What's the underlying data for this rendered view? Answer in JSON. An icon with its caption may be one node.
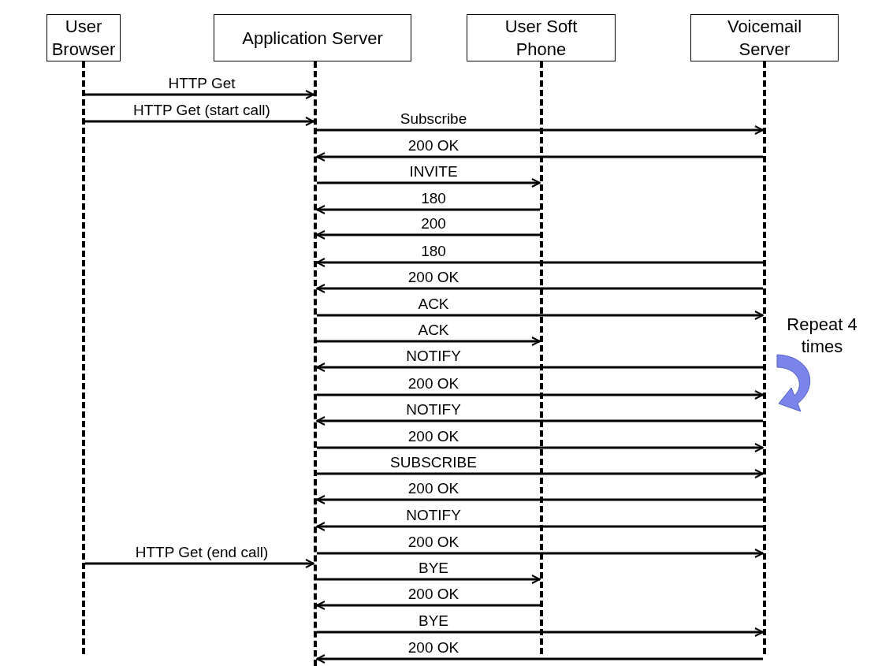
{
  "diagram": {
    "nodes": [
      {
        "text": [
          "User Browser"
        ]
      },
      {
        "text": [
          "Application Server"
        ]
      },
      {
        "text": [
          "User Soft Phone"
        ]
      },
      {
        "text": [
          "Voicemail Server"
        ]
      },
      {
        "text": [],
        "shape": "bar"
      },
      {
        "text": [],
        "shape": "bar"
      },
      {
        "text": [],
        "shape": "bar"
      },
      {
        "text": [],
        "shape": "bar"
      }
    ],
    "edges": [
      {
        "from": 4,
        "to": 5,
        "arrow": "to",
        "label": "HTTP Get"
      },
      {
        "from": 4,
        "to": 5,
        "arrow": "to",
        "label": "HTTP Get (start call)"
      },
      {
        "from": 5,
        "to": 7,
        "arrow": "to",
        "label": "Subscribe"
      },
      {
        "from": 7,
        "to": 5,
        "arrow": "to",
        "label": "200 OK"
      },
      {
        "from": 5,
        "to": 6,
        "arrow": "to",
        "label": "INVITE"
      },
      {
        "from": 6,
        "to": 5,
        "arrow": "to",
        "label": "180"
      },
      {
        "from": 6,
        "to": 5,
        "arrow": "to",
        "label": "200"
      },
      {
        "from": 7,
        "to": 5,
        "arrow": "to",
        "label": "180"
      },
      {
        "from": 7,
        "to": 5,
        "arrow": "to",
        "label": "200 OK"
      },
      {
        "from": 5,
        "to": 7,
        "arrow": "to",
        "label": "ACK"
      },
      {
        "from": 5,
        "to": 6,
        "arrow": "to",
        "label": "ACK"
      },
      {
        "from": 7,
        "to": 5,
        "arrow": "to",
        "label": "NOTIFY"
      },
      {
        "from": 5,
        "to": 7,
        "arrow": "to",
        "label": "200 OK"
      },
      {
        "from": 7,
        "to": 5,
        "arrow": "to",
        "label": "NOTIFY"
      },
      {
        "from": 5,
        "to": 7,
        "arrow": "to",
        "label": "200 OK"
      },
      {
        "from": 5,
        "to": 7,
        "arrow": "to",
        "label": "SUBSCRIBE"
      },
      {
        "from": 7,
        "to": 5,
        "arrow": "to",
        "label": "200 OK"
      },
      {
        "from": 7,
        "to": 5,
        "arrow": "to",
        "label": "NOTIFY"
      },
      {
        "from": 5,
        "to": 7,
        "arrow": "to",
        "label": "200 OK"
      },
      {
        "from": 4,
        "to": 5,
        "arrow": "to",
        "label": "HTTP Get (end call)"
      },
      {
        "from": 5,
        "to": 6,
        "arrow": "to",
        "label": "BYE"
      },
      {
        "from": 6,
        "to": 5,
        "arrow": "to",
        "label": "200 OK"
      },
      {
        "from": 5,
        "to": 7,
        "arrow": "to",
        "label": "BYE"
      },
      {
        "from": 7,
        "to": 5,
        "arrow": "to",
        "label": "200 OK"
      }
    ],
    "labels": [
      "Repeat 4 times"
    ]
  }
}
